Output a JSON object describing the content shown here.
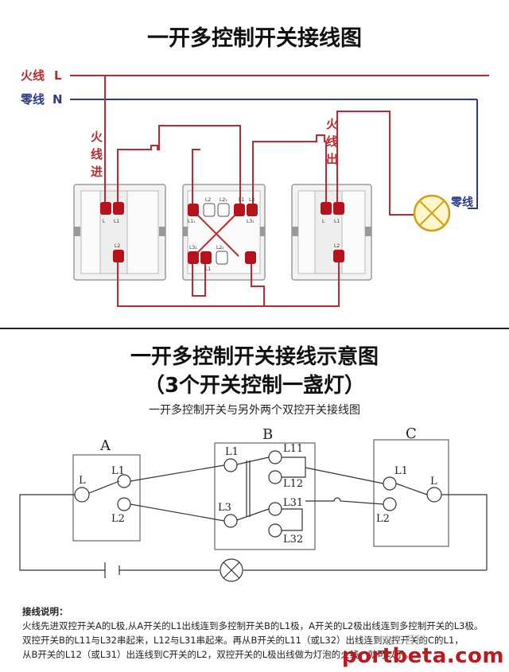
{
  "top": {
    "title": "一开多控制开关接线图",
    "live_label": "火线",
    "live_letter": "L",
    "neutral_label": "零线",
    "neutral_letter": "N",
    "live_in_label": [
      "火",
      "线",
      "进"
    ],
    "live_out_label": [
      "火",
      "线",
      "出"
    ],
    "lamp_neutral_label": "零线",
    "terminals_a": [
      "L",
      "L1",
      "L2"
    ],
    "terminals_b": [
      "L2",
      "L2₁",
      "L1",
      "L3",
      "L1₁",
      "L3₁",
      "L3₂",
      "L2₂",
      "L1"
    ],
    "terminals_c": [
      "L",
      "L1",
      "L2"
    ],
    "colors": {
      "wire": "#c0282d",
      "neutral_wire": "#2c3a8c",
      "terminal": "#b5121b"
    }
  },
  "bottom": {
    "title1": "一开多控制开关接线示意图",
    "title2": "（3个开关控制一盏灯）",
    "subtitle": "一开多控制开关与另外两个双控开关接线图",
    "switch_a": {
      "name": "A",
      "terms": [
        "L",
        "L1",
        "L2"
      ]
    },
    "switch_b": {
      "name": "B",
      "terms": [
        "L1",
        "L11",
        "L12",
        "L3",
        "L31",
        "L32"
      ]
    },
    "switch_c": {
      "name": "C",
      "terms": [
        "L1",
        "L",
        "L2"
      ]
    }
  },
  "notes": {
    "heading": "接线说明：",
    "line1": "火线先进双控开关A的L极,从A开关的L1出线连到多控制开关B的L1极，A开关的L2极出线连到多控制开关的L3极。",
    "line2": "双控开关B的L11与L32串起来，L12与L31串起来。再从B开关的L11（或L32）出线连到双控开关的C的L1，",
    "line3": "从B开关的L12（或L31）出连线到C开关的L2，双控开关的L极出线做为灯泡的火线，就可以了。"
  },
  "watermark": {
    "text": "portbeta.com",
    "faint": "电工百科"
  }
}
